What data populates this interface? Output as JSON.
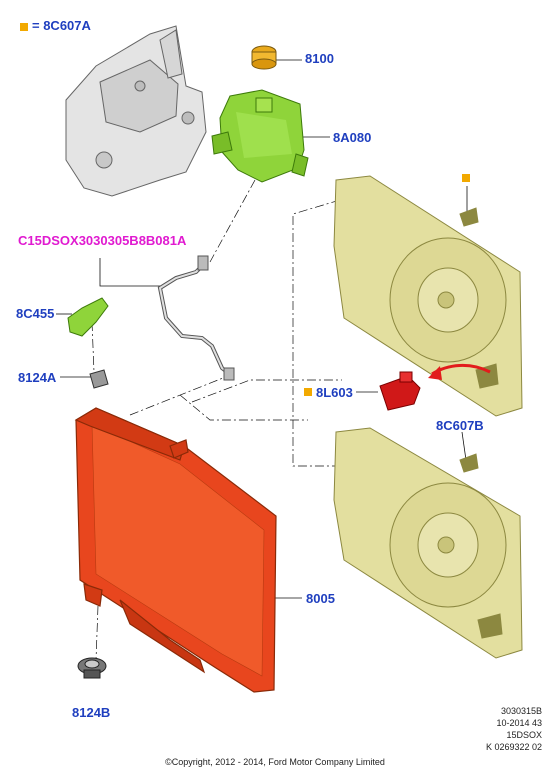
{
  "legend": {
    "text": "= 8C607A",
    "marker_color": "#f2a900"
  },
  "labels": {
    "p8100": "8100",
    "p8A080": "8A080",
    "pHose": "C15DSOX3030305B8B081A",
    "p8C455": "8C455",
    "p8124A": "8124A",
    "p8L603": "8L603",
    "p8C607B": "8C607B",
    "p8005": "8005",
    "p8124B": "8124B"
  },
  "meta": [
    "3030315B",
    "10-2014 43",
    "15DSOX",
    "K 0269322 02"
  ],
  "copyright": "©Copyright, 2012 - 2014, Ford Motor Company Limited",
  "colors": {
    "label_blue": "#1f3fbf",
    "label_magenta": "#e01ad0",
    "marker_orange": "#f2a900",
    "reservoir_green": "#8fd43a",
    "shroud_yellow": "#e3df9f",
    "radiator_red": "#e8461e"
  }
}
